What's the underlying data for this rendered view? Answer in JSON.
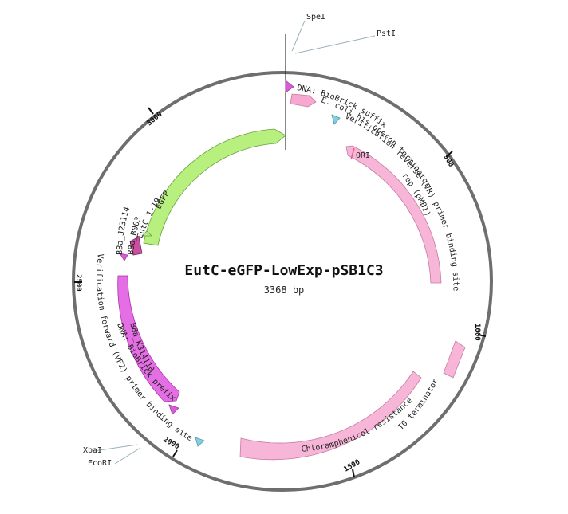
{
  "plasmid": {
    "name": "EutC-eGFP-LowExp-pSB1C3",
    "length_label": "3368 bp"
  },
  "ticks": [
    {
      "label": "500"
    },
    {
      "label": "1000"
    },
    {
      "label": "1500"
    },
    {
      "label": "2000"
    },
    {
      "label": "2500"
    },
    {
      "label": "3000"
    }
  ],
  "sites": [
    {
      "label": "SpeI"
    },
    {
      "label": "PstI"
    },
    {
      "label": "XbaI"
    },
    {
      "label": "EcoRI"
    }
  ],
  "features": [
    {
      "label": "DNA: BioBrick suffix",
      "color": "#d85bd8"
    },
    {
      "label": "E. coli his operon terminator",
      "color": "#f7a8d0"
    },
    {
      "label": "Verification reverse (VR) primer binding site",
      "color": "#87cde0"
    },
    {
      "label": "ORI",
      "color": "#e06080"
    },
    {
      "label": "rep (pMB1)",
      "color": "#f7b6d8"
    },
    {
      "label": "T0 terminator",
      "color": "#f7b6d8"
    },
    {
      "label": "Chloramphenicol resistance",
      "color": "#f7b6d8"
    },
    {
      "label": "Verification forward (VF2) primer binding site",
      "color": "#87cde0"
    },
    {
      "label": "DNA: BioBrick prefix",
      "color": "#d85bd8"
    },
    {
      "label": "BBa_K314110",
      "color": "#e46ee4"
    },
    {
      "label": "BBa_J23114",
      "color": "#d85bd8"
    },
    {
      "label": "BBa_B0034",
      "color": "#c94fa0"
    },
    {
      "label": "EutC 1-19",
      "color": "#b8e890"
    },
    {
      "label": "EGFP",
      "color": "#b8f080"
    }
  ]
}
